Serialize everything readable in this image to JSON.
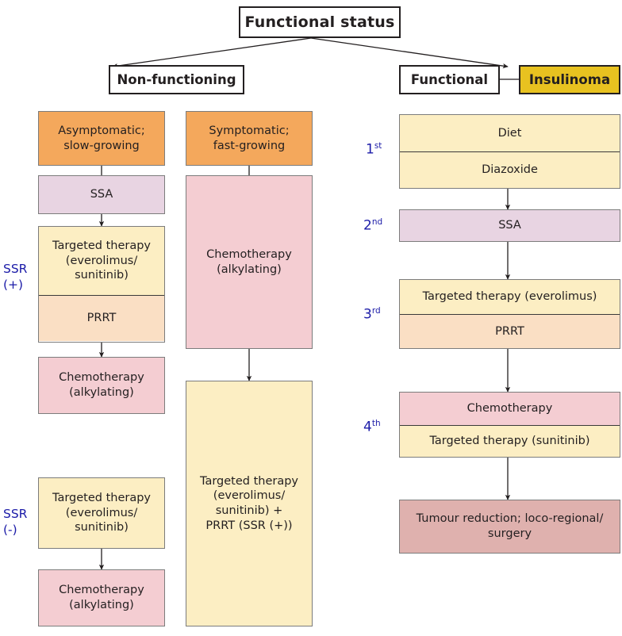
{
  "title": {
    "label": "Functional status"
  },
  "branches": {
    "left": {
      "label": "Non-functioning"
    },
    "right": {
      "label": "Functional"
    },
    "right_linked": {
      "label": "Insulinoma"
    }
  },
  "colors": {
    "gold": "#e8c220",
    "orange": "#f4a85c",
    "yellow": "#fceec3",
    "peach": "#fadfc4",
    "lilac": "#e8d4e2",
    "pink": "#f4cdd2",
    "rose": "#dfb1ae",
    "ordinal_blue": "#1b1ba8",
    "border_dark": "#231f20",
    "border_grey": "#7c7c7c"
  },
  "side_labels": {
    "ssr_positive": "SSR\n(+)",
    "ssr_negative": "SSR\n(-)"
  },
  "nonfunctioning": {
    "slow": {
      "header": "Asymptomatic;\nslow-growing",
      "ssa": "SSA",
      "targeted": "Targeted therapy\n(everolimus/\nsunitinib)",
      "prrt": "PRRT",
      "chemo": "Chemotherapy\n(alkylating)"
    },
    "slow_ssr_negative": {
      "targeted": "Targeted therapy\n(everolimus/\nsunitinib)",
      "chemo": "Chemotherapy\n(alkylating)"
    },
    "fast": {
      "header": "Symptomatic;\nfast-growing",
      "chemo": "Chemotherapy\n(alkylating)",
      "targeted_prrt": "Targeted therapy\n(everolimus/\nsunitinib) +\nPRRT (SSR (+))"
    }
  },
  "insulinoma_steps": [
    {
      "ordinal": "1",
      "suffix": "st",
      "cells": [
        "Diet",
        "Diazoxide"
      ]
    },
    {
      "ordinal": "2",
      "suffix": "nd",
      "cells": [
        "SSA"
      ]
    },
    {
      "ordinal": "3",
      "suffix": "rd",
      "cells": [
        "Targeted therapy (everolimus)",
        "PRRT"
      ]
    },
    {
      "ordinal": "4",
      "suffix": "th",
      "cells": [
        "Chemotherapy",
        "Targeted therapy (sunitinib)"
      ]
    },
    {
      "ordinal": "",
      "suffix": "",
      "cells": [
        "Tumour reduction; loco-regional/\nsurgery"
      ]
    }
  ]
}
